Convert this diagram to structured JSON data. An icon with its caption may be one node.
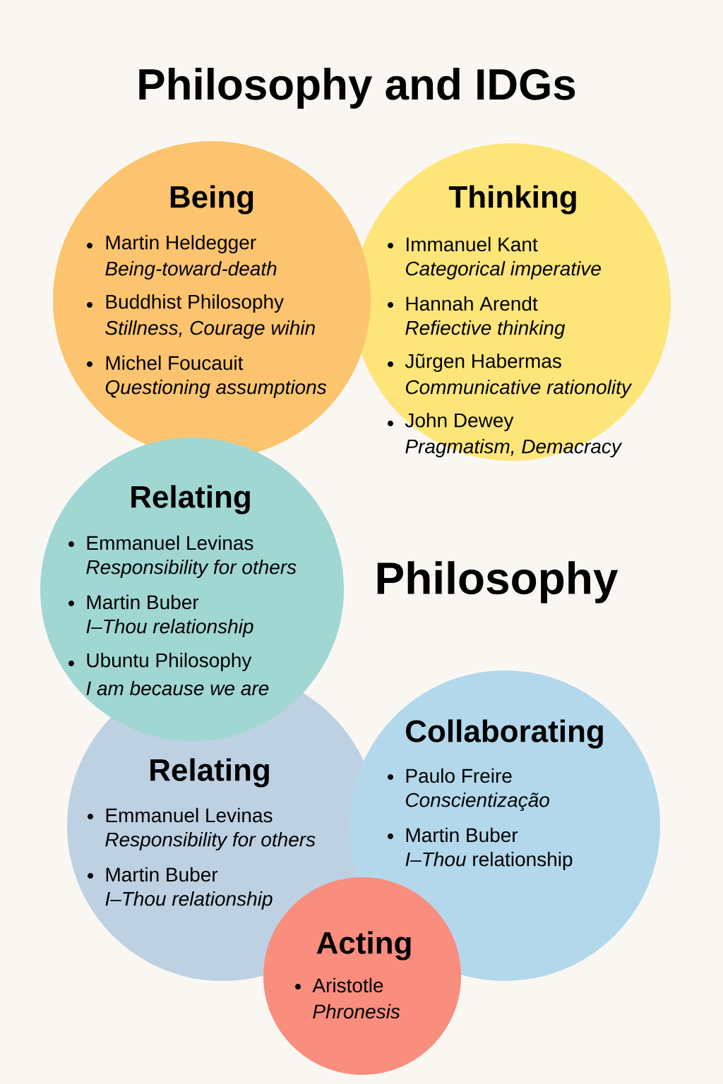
{
  "diagram": {
    "title": "Philosophy and IDGs",
    "nodes": [
      {
        "text": [
          "Being",
          "Martin Heldegger",
          "Being-toward-death",
          "Buddhist Philosophy",
          "Stillness, Courage wihin",
          "Michel Foucauit",
          "Questioning assumptions"
        ]
      },
      {
        "text": [
          "Thinking",
          "Immanuel Kant",
          "Categorical imperative",
          "Hannah Arendt",
          "Refiective thinking",
          "Jũrgen Habermas",
          "Communicative rationolity",
          "John Dewey",
          "Pragmatism, Demacracy"
        ]
      },
      {
        "text": [
          "Relating",
          "Emmanuel Levinas",
          "Responsibility for others",
          "Martin Buber",
          "I–Thou relationship",
          "Ubuntu Philosophy",
          "I am because we are"
        ]
      },
      {
        "text": [
          "Relating",
          "Emmanuel Levinas",
          "Responsibility for others",
          "Martin Buber",
          "I–Thou relationship"
        ]
      },
      {
        "text": [
          "Collaborating",
          "Paulo Freire",
          "Conscientização",
          "Martin Buber",
          "*I–Thou* relationship"
        ]
      },
      {
        "text": [
          "Acting",
          "Aristotle",
          "Phronesis"
        ]
      }
    ],
    "labels": [
      "Philosophy"
    ]
  }
}
